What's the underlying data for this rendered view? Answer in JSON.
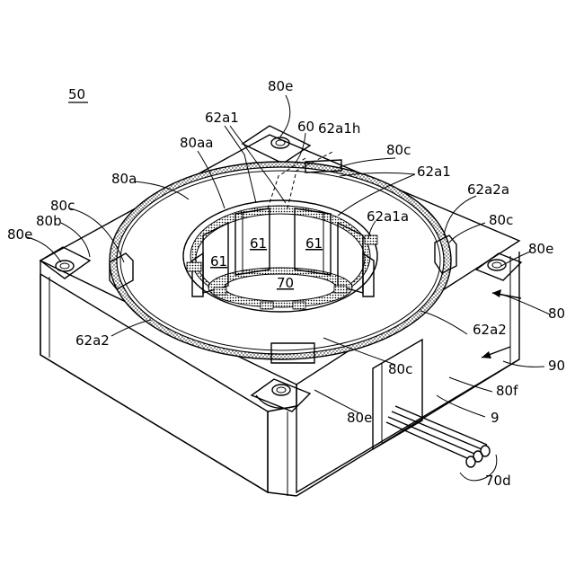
{
  "figure": {
    "ref": "50",
    "labels": {
      "l80e_top": "80e",
      "l60": "60",
      "l62a1h": "62a1h",
      "l62a1_top": "62a1",
      "l80aa": "80aa",
      "l80c_top": "80c",
      "l62a1_right": "62a1",
      "l80a": "80a",
      "l62a2a": "62a2a",
      "l80c_left": "80c",
      "l80b": "80b",
      "l62a1a": "62a1a",
      "l80c_right": "80c",
      "l80e_left": "80e",
      "l80e_right": "80e",
      "l61_a": "61",
      "l61_b": "61",
      "l61_c": "61",
      "l70": "70",
      "l80": "80",
      "l62a2_right": "62a2",
      "l62a2_left": "62a2",
      "l90": "90",
      "l80c_bottom": "80c",
      "l80f": "80f",
      "l80e_bottom": "80e",
      "l9": "9",
      "l70d": "70d"
    }
  }
}
